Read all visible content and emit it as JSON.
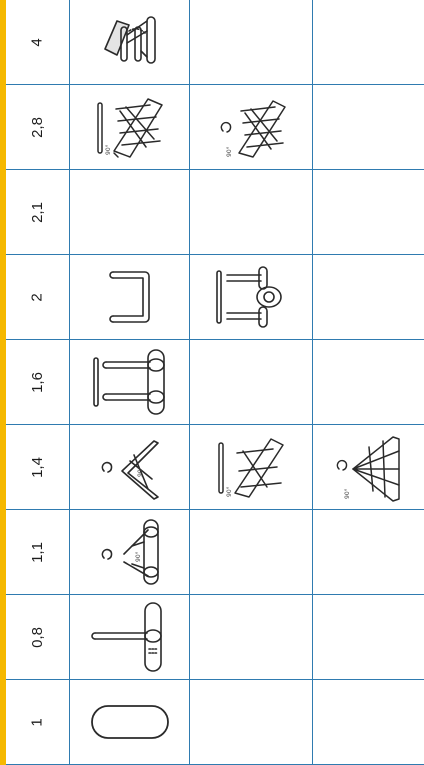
{
  "colors": {
    "stripe": "#f5b800",
    "grid_line": "#2f7bb0",
    "ink": "#2a2a2a"
  },
  "rows": [
    {
      "label": "4",
      "figures": [
        "chair-frame-with-seat-plate-icon"
      ]
    },
    {
      "label": "2,8",
      "figures": [
        "rod-triple-triangle-frame-icon",
        "ring-triple-triangle-frame-icon"
      ]
    },
    {
      "label": "2,1",
      "figures": []
    },
    {
      "label": "2",
      "figures": [
        "u-bracket-icon",
        "rod-u-bracket-roller-icon"
      ]
    },
    {
      "label": "1,6",
      "figures": [
        "rod-double-arm-roller-icon"
      ]
    },
    {
      "label": "1,4",
      "figures": [
        "ring-triangle-frame-icon",
        "rod-double-triangle-frame-icon",
        "ring-triple-triangle-fan-icon"
      ]
    },
    {
      "label": "1,1",
      "figures": [
        "ring-roller-frame-icon"
      ]
    },
    {
      "label": "0,8",
      "figures": [
        "single-arm-roller-icon"
      ]
    },
    {
      "label": "1",
      "figures": [
        "rounded-loop-icon"
      ]
    }
  ]
}
